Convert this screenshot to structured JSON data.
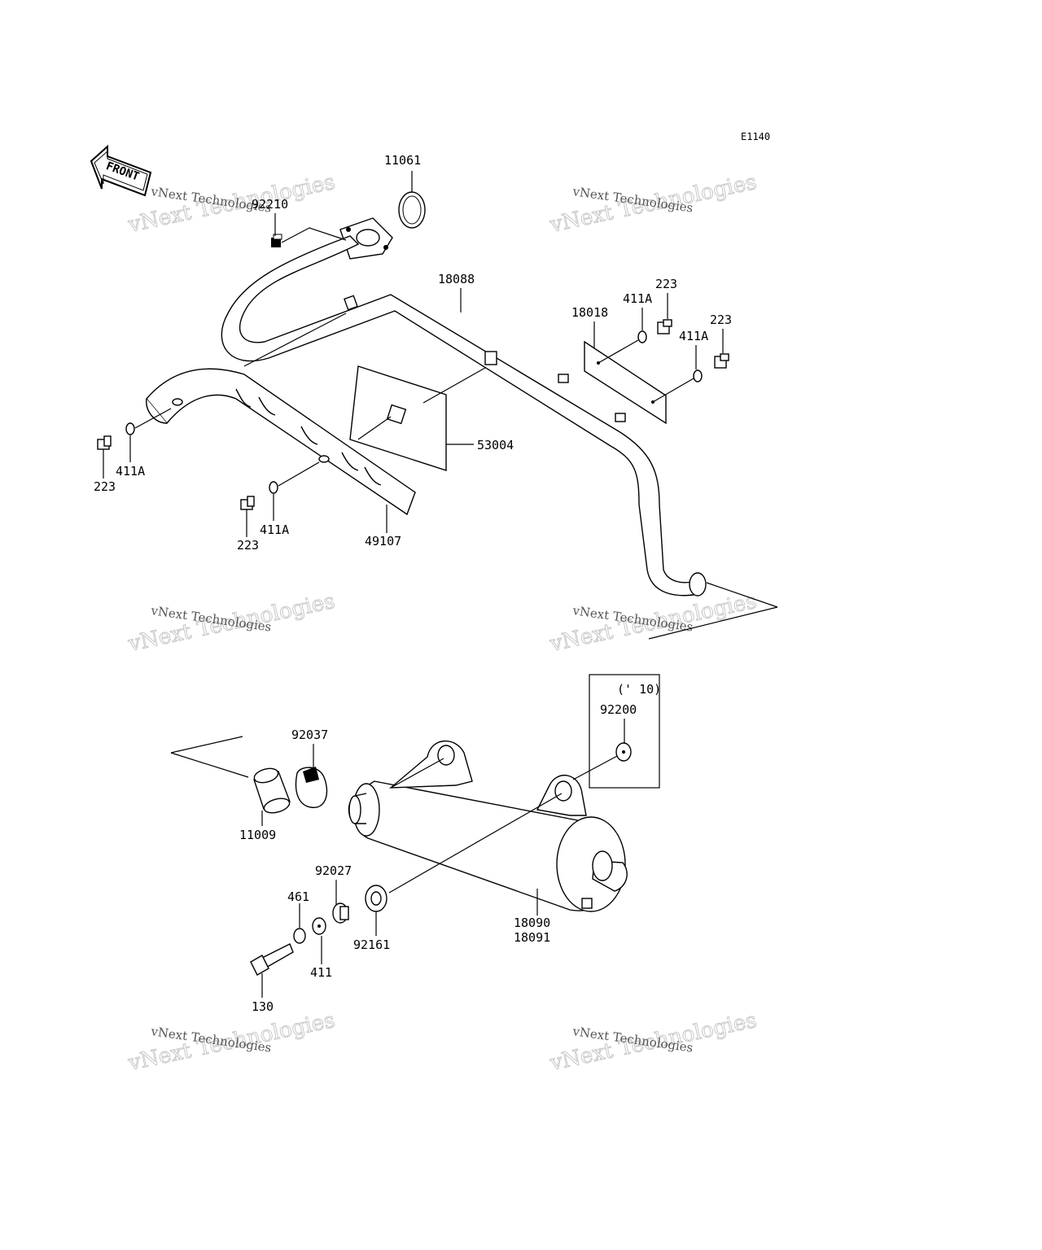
{
  "diagram": {
    "code": "E1140",
    "front_label": "FRONT",
    "variant_note": "(' 10)",
    "watermark_line1": "vNext Technologies",
    "watermark_line2": "vNext Technologies",
    "labels": {
      "p11061": "11061",
      "p92210": "92210",
      "p18088": "18088",
      "p18018": "18018",
      "p411A_1": "411A",
      "p223_1": "223",
      "p223_2": "223",
      "p411A_2": "411A",
      "p53004": "53004",
      "p223_3": "223",
      "p411A_3": "411A",
      "p223_4": "223",
      "p411A_4": "411A",
      "p49107": "49107",
      "p92037": "92037",
      "p92200": "92200",
      "p11009": "11009",
      "p92027": "92027",
      "p461": "461",
      "p18090": "18090",
      "p18091": "18091",
      "p92161": "92161",
      "p411": "411",
      "p130": "130"
    }
  }
}
